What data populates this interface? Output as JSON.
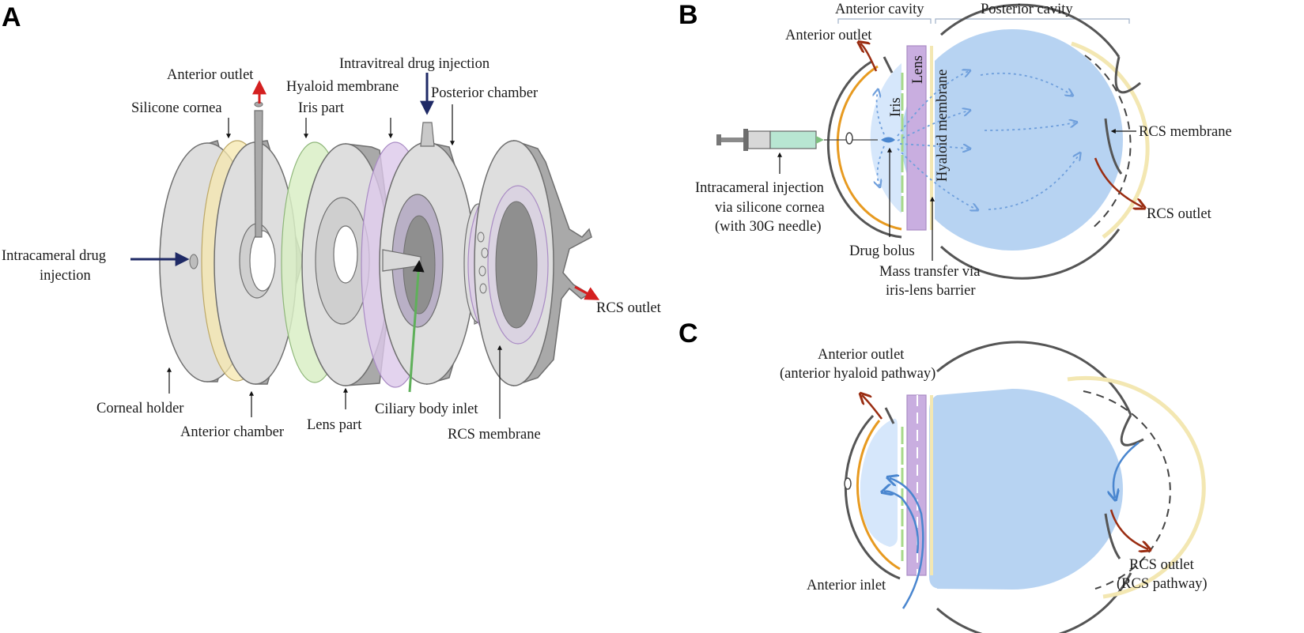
{
  "colors": {
    "disk_fill": "#dedede",
    "disk_side": "#a9a9a9",
    "disk_stroke": "#6f6f6f",
    "cornea_yellow": "#f6e7ad",
    "iris_green": "#d9efc6",
    "hyaloid_purple": "#dcc8ea",
    "navy_arrow": "#1f2a66",
    "red_arrow": "#d42020",
    "green_arrow": "#5fb05a",
    "vitreous_blue": "#b7d3f2",
    "anterior_light_blue": "#d6e7fb",
    "lens_purple": "#c9aee0",
    "orange_layer": "#e79a20",
    "pale_yellow_layer": "#f3e7b2",
    "outlet_brown": "#9a2d12",
    "flow_blue": "#4a86cf",
    "syringe_green": "#b8e6d2"
  },
  "panels": {
    "a": {
      "letter": "A",
      "labels": {
        "anterior_outlet": "Anterior outlet",
        "intravitreal_injection": "Intravitreal drug injection",
        "silicone_cornea": "Silicone cornea",
        "hyaloid_membrane": "Hyaloid membrane",
        "iris_part": "Iris part",
        "posterior_chamber": "Posterior chamber",
        "intracameral_line1": "Intracameral drug",
        "intracameral_line2": "injection",
        "rcs_outlet": "RCS outlet",
        "corneal_holder": "Corneal holder",
        "anterior_chamber": "Anterior chamber",
        "lens_part": "Lens part",
        "ciliary_body_inlet": "Ciliary body inlet",
        "rcs_membrane": "RCS membrane"
      }
    },
    "b": {
      "letter": "B",
      "labels": {
        "anterior_cavity": "Anterior cavity",
        "posterior_cavity": "Posterior cavity",
        "anterior_outlet": "Anterior outlet",
        "lens": "Lens",
        "iris": "Iris",
        "hyaloid_membrane": "Hyaloid membrane",
        "rcs_membrane": "RCS membrane",
        "rcs_outlet": "RCS outlet",
        "intracameral_line1": "Intracameral injection",
        "intracameral_line2": "via silicone cornea",
        "intracameral_line3": "(with 30G needle)",
        "drug_bolus": "Drug bolus",
        "mass_transfer_line1": "Mass transfer via",
        "mass_transfer_line2": "iris-lens barrier"
      }
    },
    "c": {
      "letter": "C",
      "labels": {
        "anterior_outlet_line1": "Anterior outlet",
        "anterior_outlet_line2": "(anterior hyaloid pathway)",
        "anterior_inlet": "Anterior inlet",
        "rcs_outlet_line1": "RCS outlet",
        "rcs_outlet_line2": "(RCS pathway)"
      }
    }
  }
}
